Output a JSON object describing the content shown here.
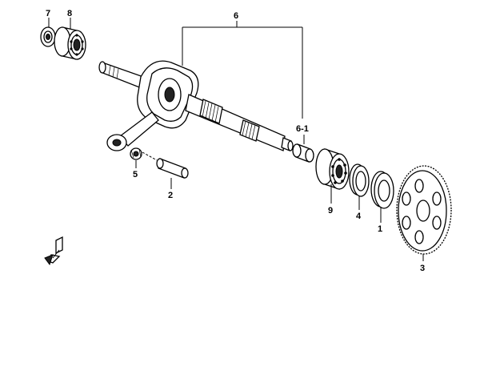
{
  "callouts": {
    "c1": "1",
    "c2": "2",
    "c3": "3",
    "c4": "4",
    "c5": "5",
    "c6": "6",
    "c6_1": "6-1",
    "c7": "7",
    "c8": "8",
    "c9": "9"
  },
  "icons": {
    "direction_mark": "front-direction-arrow-icon"
  }
}
